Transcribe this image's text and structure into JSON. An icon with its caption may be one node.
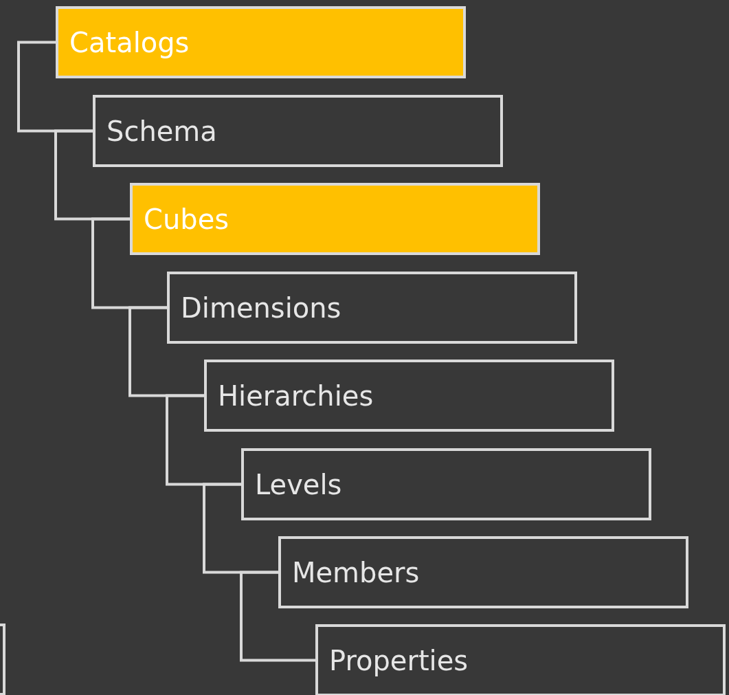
{
  "diagram": {
    "nodes": [
      {
        "text": [
          "Catalogs"
        ]
      },
      {
        "text": [
          "Schema"
        ]
      },
      {
        "text": [
          "Cubes"
        ]
      },
      {
        "text": [
          "Dimensions"
        ]
      },
      {
        "text": [
          "Hierarchies"
        ]
      },
      {
        "text": [
          "Levels"
        ]
      },
      {
        "text": [
          "Members"
        ]
      },
      {
        "text": [
          "Properties"
        ]
      },
      {
        "text": [],
        "shape": "box"
      }
    ],
    "edges": [
      {
        "from": 0,
        "to": 1,
        "arrow": "none"
      },
      {
        "from": 1,
        "to": 2,
        "arrow": "none"
      },
      {
        "from": 2,
        "to": 3,
        "arrow": "none"
      },
      {
        "from": 3,
        "to": 4,
        "arrow": "none"
      },
      {
        "from": 4,
        "to": 5,
        "arrow": "none"
      },
      {
        "from": 5,
        "to": 6,
        "arrow": "none"
      },
      {
        "from": 6,
        "to": 7,
        "arrow": "none"
      }
    ]
  }
}
